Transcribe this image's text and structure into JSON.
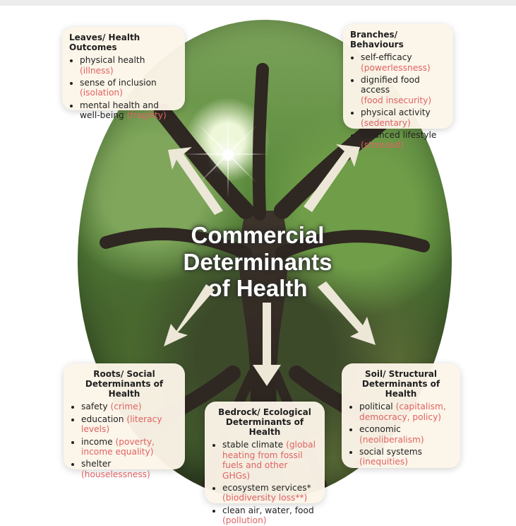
{
  "center_title": {
    "line1": "Commercial Determinants",
    "line2": "of Health"
  },
  "leaves": {
    "title": "Leaves/ Health Outcomes",
    "items": [
      {
        "text": "physical health",
        "paren": "(illness)"
      },
      {
        "text": "sense of inclusion",
        "paren": "(isolation)"
      },
      {
        "text": "mental health and well-being",
        "paren": "(fragility)"
      }
    ]
  },
  "branches": {
    "title": "Branches/ Behaviours",
    "items": [
      {
        "text": "self-efficacy",
        "paren": "(powerlessness)"
      },
      {
        "text": "dignified food access",
        "paren": "(food insecurity)"
      },
      {
        "text": "physical activity",
        "paren": "(sedentary)"
      },
      {
        "text": "balanced lifestyle",
        "paren": "(stressed)"
      }
    ]
  },
  "roots": {
    "title_line1": "Roots/ Social",
    "title_line2": "Determinants of Health",
    "items": [
      {
        "text": "safety",
        "paren": "(crime)"
      },
      {
        "text": "education",
        "paren": "(literacy levels)"
      },
      {
        "text": "income",
        "paren": "(poverty, income equality)"
      },
      {
        "text": "shelter",
        "paren": "(houselessness)"
      }
    ]
  },
  "bedrock": {
    "title_line1": "Bedrock/ Ecological",
    "title_line2": "Determinants of Health",
    "items": [
      {
        "text": "stable climate",
        "paren": "(global heating from fossil fuels and other GHGs)"
      },
      {
        "text": "ecosystem services*",
        "paren": "(biodiversity loss**)"
      },
      {
        "text": "clean air, water, food",
        "paren": "(pollution)"
      }
    ]
  },
  "soil": {
    "title_line1": "Soil/ Structural",
    "title_line2": "Determinants of Health",
    "items": [
      {
        "text": "political",
        "paren": "(capitalism, democracy, policy)"
      },
      {
        "text": "economic",
        "paren": "(neoliberalism)"
      },
      {
        "text": "social systems",
        "paren": "(inequities)"
      }
    ]
  },
  "colors": {
    "negative_text": "#e06262",
    "box_background": "#fcf5e8",
    "arrow_fill": "#ece7d7",
    "title_text": "#ffffff"
  }
}
